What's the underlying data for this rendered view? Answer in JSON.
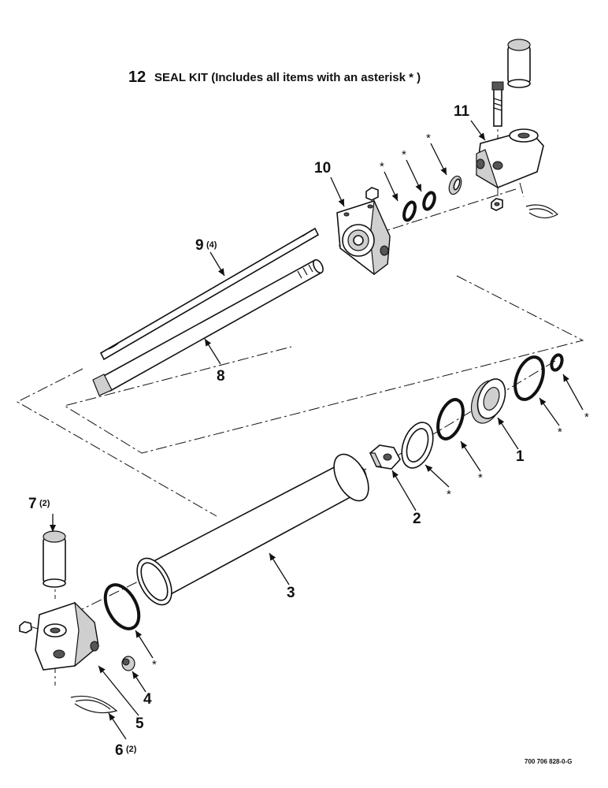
{
  "kit": {
    "number": "12",
    "text": "SEAL KIT (Includes all items with an asterisk * )"
  },
  "callouts": {
    "c1": "1",
    "c2": "2",
    "c3": "3",
    "c4": "4",
    "c5": "5",
    "c6": "6",
    "c6_qty": "(2)",
    "c7": "7",
    "c7_qty": "(2)",
    "c8": "8",
    "c9": "9",
    "c9_qty": "(4)",
    "c10": "10",
    "c11": "11"
  },
  "asterisk": "*",
  "drawing_code": "700 706 828-0-G"
}
